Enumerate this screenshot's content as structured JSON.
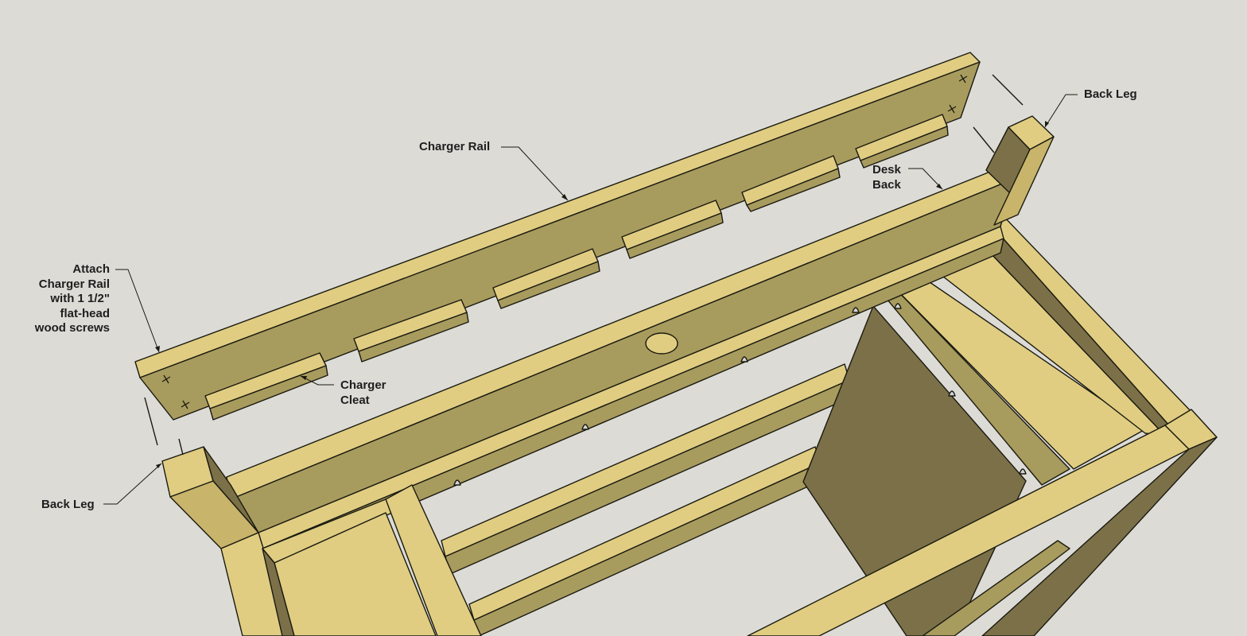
{
  "diagram": {
    "labels": {
      "charger_rail": "Charger Rail",
      "back_leg_top": "Back Leg",
      "desk_back": "Desk\nBack",
      "attach_note": "Attach\nCharger Rail\nwith 1 1/2\"\nflat-head\nwood screws",
      "charger_cleat": "Charger\nCleat",
      "back_leg_bottom": "Back Leg"
    },
    "colors": {
      "background": "#dcdbd6",
      "wood_light": "#e0cd82",
      "wood_mid": "#c8b46a",
      "wood_face": "#a89b5e",
      "wood_dark": "#7b7048",
      "outline": "#1a1a10"
    }
  }
}
